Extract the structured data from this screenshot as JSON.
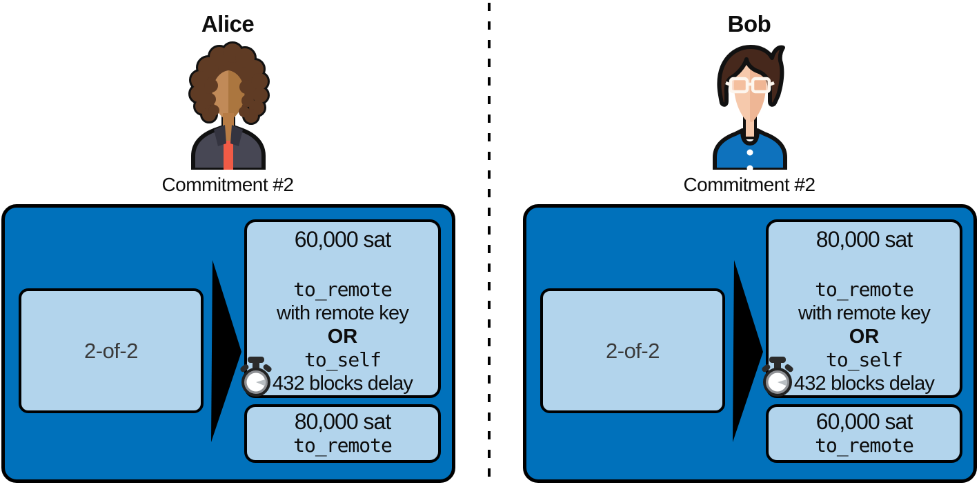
{
  "diagram": "lightning-channel-asymmetric-commitments",
  "colors": {
    "transaction_blue": "#0071BB",
    "box_light_blue": "#B2D4EC",
    "outline_black": "#000000",
    "shirt_red": "#F15B46",
    "shirt_blue": "#0E72BD"
  },
  "divider": {
    "style": "vertical-dashed-line",
    "color": "#000000"
  },
  "icons": {
    "timer": "stopwatch-icon",
    "arrow": "arrow-right-icon"
  },
  "panels": [
    {
      "name": "Alice",
      "avatar": "woman-avatar",
      "commitment": "Commitment #2",
      "multisig": "2-of-2",
      "output1": {
        "amount": "60,000 sat",
        "script1": "to_remote",
        "script2": "with remote key",
        "script3": "OR",
        "script4": "to_self",
        "script5": "432 blocks delay",
        "timer": "stopwatch-icon"
      },
      "output2": {
        "amount": "80,000 sat",
        "script1": "to_remote"
      }
    },
    {
      "name": "Bob",
      "avatar": "man-avatar",
      "commitment": "Commitment #2",
      "multisig": "2-of-2",
      "output1": {
        "amount": "80,000 sat",
        "script1": "to_remote",
        "script2": "with remote key",
        "script3": "OR",
        "script4": "to_self",
        "script5": "432 blocks delay",
        "timer": "stopwatch-icon"
      },
      "output2": {
        "amount": "60,000 sat",
        "script1": "to_remote"
      }
    }
  ]
}
